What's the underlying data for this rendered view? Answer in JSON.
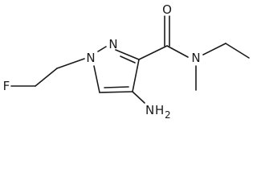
{
  "structure": {
    "atoms": {
      "O": "O",
      "N_ring_2": "N",
      "N_ring_1": "N",
      "N_amide": "N",
      "F": "F",
      "amino_N": "N",
      "amino_H": "H",
      "amino_H_count": "2"
    }
  }
}
